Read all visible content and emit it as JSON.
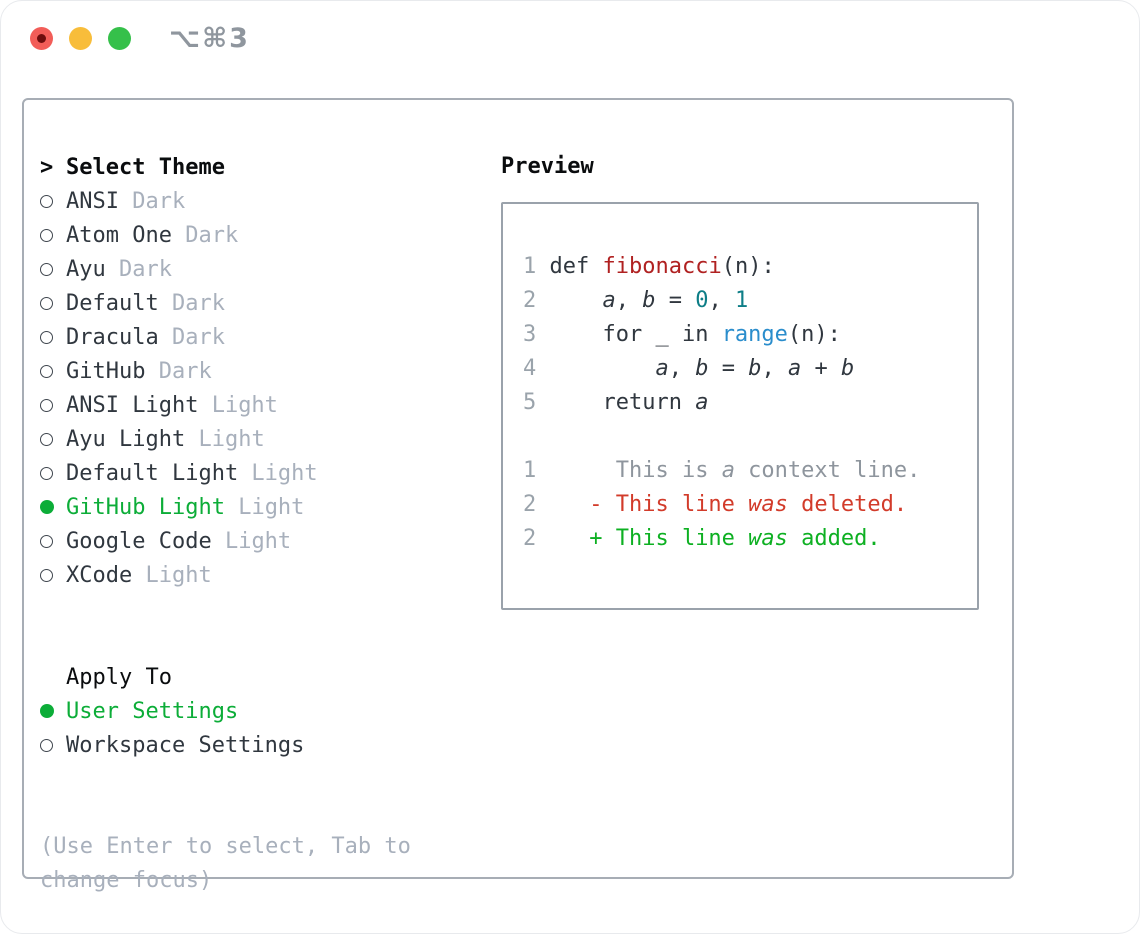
{
  "window": {
    "title_glyphs": "⌥⌘3",
    "traffic_lights": [
      "close",
      "minimize",
      "zoom"
    ]
  },
  "theme_list": {
    "cursor": ">",
    "heading": "Select Theme",
    "items": [
      {
        "name": "ANSI",
        "variant": "Dark",
        "selected": false
      },
      {
        "name": "Atom One",
        "variant": "Dark",
        "selected": false
      },
      {
        "name": "Ayu",
        "variant": "Dark",
        "selected": false
      },
      {
        "name": "Default",
        "variant": "Dark",
        "selected": false
      },
      {
        "name": "Dracula",
        "variant": "Dark",
        "selected": false
      },
      {
        "name": "GitHub",
        "variant": "Dark",
        "selected": false
      },
      {
        "name": "ANSI Light",
        "variant": "Light",
        "selected": false
      },
      {
        "name": "Ayu Light",
        "variant": "Light",
        "selected": false
      },
      {
        "name": "Default Light",
        "variant": "Light",
        "selected": false
      },
      {
        "name": "GitHub Light",
        "variant": "Light",
        "selected": true
      },
      {
        "name": "Google Code",
        "variant": "Light",
        "selected": false
      },
      {
        "name": "XCode",
        "variant": "Light",
        "selected": false
      }
    ]
  },
  "apply_to": {
    "heading": "Apply To",
    "options": [
      {
        "label": "User Settings",
        "selected": true
      },
      {
        "label": "Workspace Settings",
        "selected": false
      }
    ]
  },
  "hint_lines": [
    "(Use Enter to select, Tab to",
    "change focus)"
  ],
  "preview": {
    "heading": "Preview",
    "code_lines": [
      [
        {
          "t": "1",
          "c": "num"
        },
        {
          "t": " def ",
          "c": "p"
        },
        {
          "t": "fibonacci",
          "c": "fn"
        },
        {
          "t": "(n):",
          "c": "p"
        }
      ],
      [
        {
          "t": "2",
          "c": "num"
        },
        {
          "t": "     ",
          "c": "p"
        },
        {
          "t": "a",
          "c": "v"
        },
        {
          "t": ", ",
          "c": "p"
        },
        {
          "t": "b",
          "c": "v"
        },
        {
          "t": " = ",
          "c": "p"
        },
        {
          "t": "0",
          "c": "n"
        },
        {
          "t": ", ",
          "c": "p"
        },
        {
          "t": "1",
          "c": "n"
        }
      ],
      [
        {
          "t": "3",
          "c": "num"
        },
        {
          "t": "     for _ in ",
          "c": "p"
        },
        {
          "t": "range",
          "c": "b"
        },
        {
          "t": "(n):",
          "c": "p"
        }
      ],
      [
        {
          "t": "4",
          "c": "num"
        },
        {
          "t": "         ",
          "c": "p"
        },
        {
          "t": "a",
          "c": "v"
        },
        {
          "t": ", ",
          "c": "p"
        },
        {
          "t": "b",
          "c": "v"
        },
        {
          "t": " = ",
          "c": "p"
        },
        {
          "t": "b",
          "c": "v"
        },
        {
          "t": ", ",
          "c": "p"
        },
        {
          "t": "a",
          "c": "v"
        },
        {
          "t": " + ",
          "c": "p"
        },
        {
          "t": "b",
          "c": "v"
        }
      ],
      [
        {
          "t": "5",
          "c": "num"
        },
        {
          "t": "     return ",
          "c": "p"
        },
        {
          "t": "a",
          "c": "v"
        }
      ],
      [],
      [
        {
          "t": "1",
          "c": "num"
        },
        {
          "t": "      This is ",
          "c": "ctx"
        },
        {
          "t": "a",
          "c": "ctxi"
        },
        {
          "t": " context line.",
          "c": "ctx"
        }
      ],
      [
        {
          "t": "2",
          "c": "num"
        },
        {
          "t": "    - This line ",
          "c": "del"
        },
        {
          "t": "was",
          "c": "deli"
        },
        {
          "t": " deleted.",
          "c": "del"
        }
      ],
      [
        {
          "t": "2",
          "c": "num"
        },
        {
          "t": "    + This line ",
          "c": "add"
        },
        {
          "t": "was",
          "c": "addi"
        },
        {
          "t": " added.",
          "c": "add"
        }
      ]
    ]
  },
  "colors": {
    "selected_green": "#0cad38",
    "added_green": "#0db022",
    "deleted_red": "#d23b2a",
    "function_red": "#b02121",
    "number_teal": "#0e7e87",
    "builtin_blue": "#2a8dcc",
    "text_dark": "#30373f",
    "muted_gray": "#a8b0bc",
    "line_number_gray": "#9aa3ab",
    "panel_border": "#a7adb5",
    "preview_border": "#9aa2ab",
    "traffic_red": "#f25d58",
    "traffic_yellow": "#f8bd3a",
    "traffic_green": "#35c04a"
  }
}
